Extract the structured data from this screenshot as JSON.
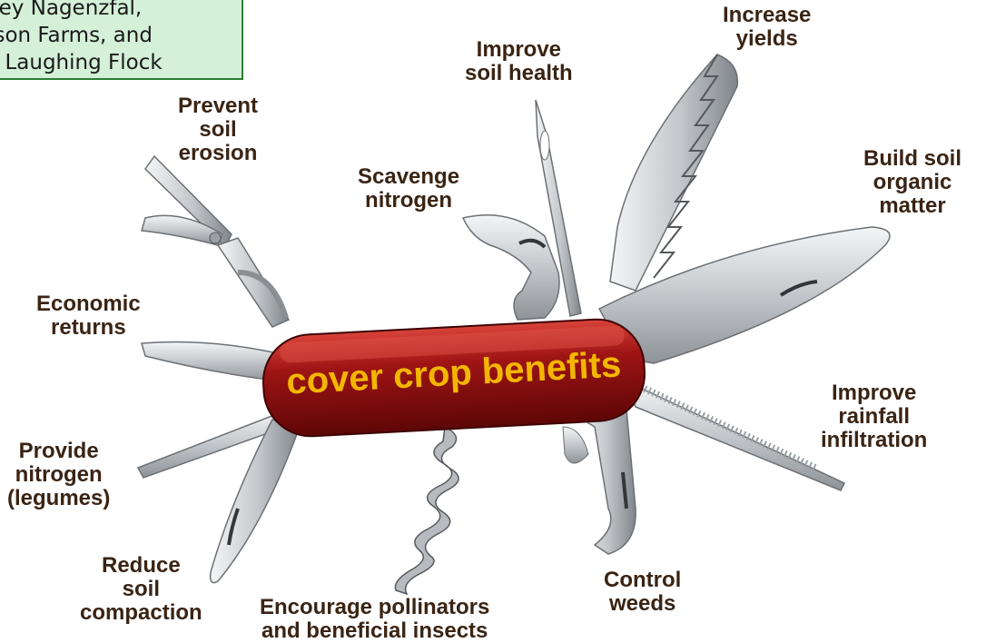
{
  "credit": {
    "line1": "ney Nagenzfal,",
    "line2": "rson Farms, and",
    "line3": "e Laughing Flock"
  },
  "center_label": "cover crop benefits",
  "benefits": {
    "increase_yields": [
      "Increase",
      "yields"
    ],
    "improve_soil_health": [
      "Improve",
      "soil health"
    ],
    "prevent_erosion": [
      "Prevent",
      "soil",
      "erosion"
    ],
    "scavenge_nitrogen": [
      "Scavenge",
      "nitrogen"
    ],
    "build_organic_matter": [
      "Build soil",
      "organic",
      "matter"
    ],
    "economic_returns": [
      "Economic",
      "returns"
    ],
    "improve_infiltration": [
      "Improve",
      "rainfall",
      "infiltration"
    ],
    "provide_nitrogen": [
      "Provide",
      "nitrogen",
      "(legumes)"
    ],
    "reduce_compaction": [
      "Reduce",
      "soil",
      "compaction"
    ],
    "encourage_pollinators": [
      "Encourage pollinators",
      "and beneficial insects"
    ],
    "control_weeds": [
      "Control",
      "weeds"
    ]
  },
  "colors": {
    "handle": "#8b0c0c",
    "handle_highlight": "#c62a22",
    "title_text": "#f2b600",
    "label_text": "#3a2414",
    "credit_bg": "#d4f0d8",
    "credit_border": "#2e7d32",
    "steel": "#c8ccd0"
  }
}
